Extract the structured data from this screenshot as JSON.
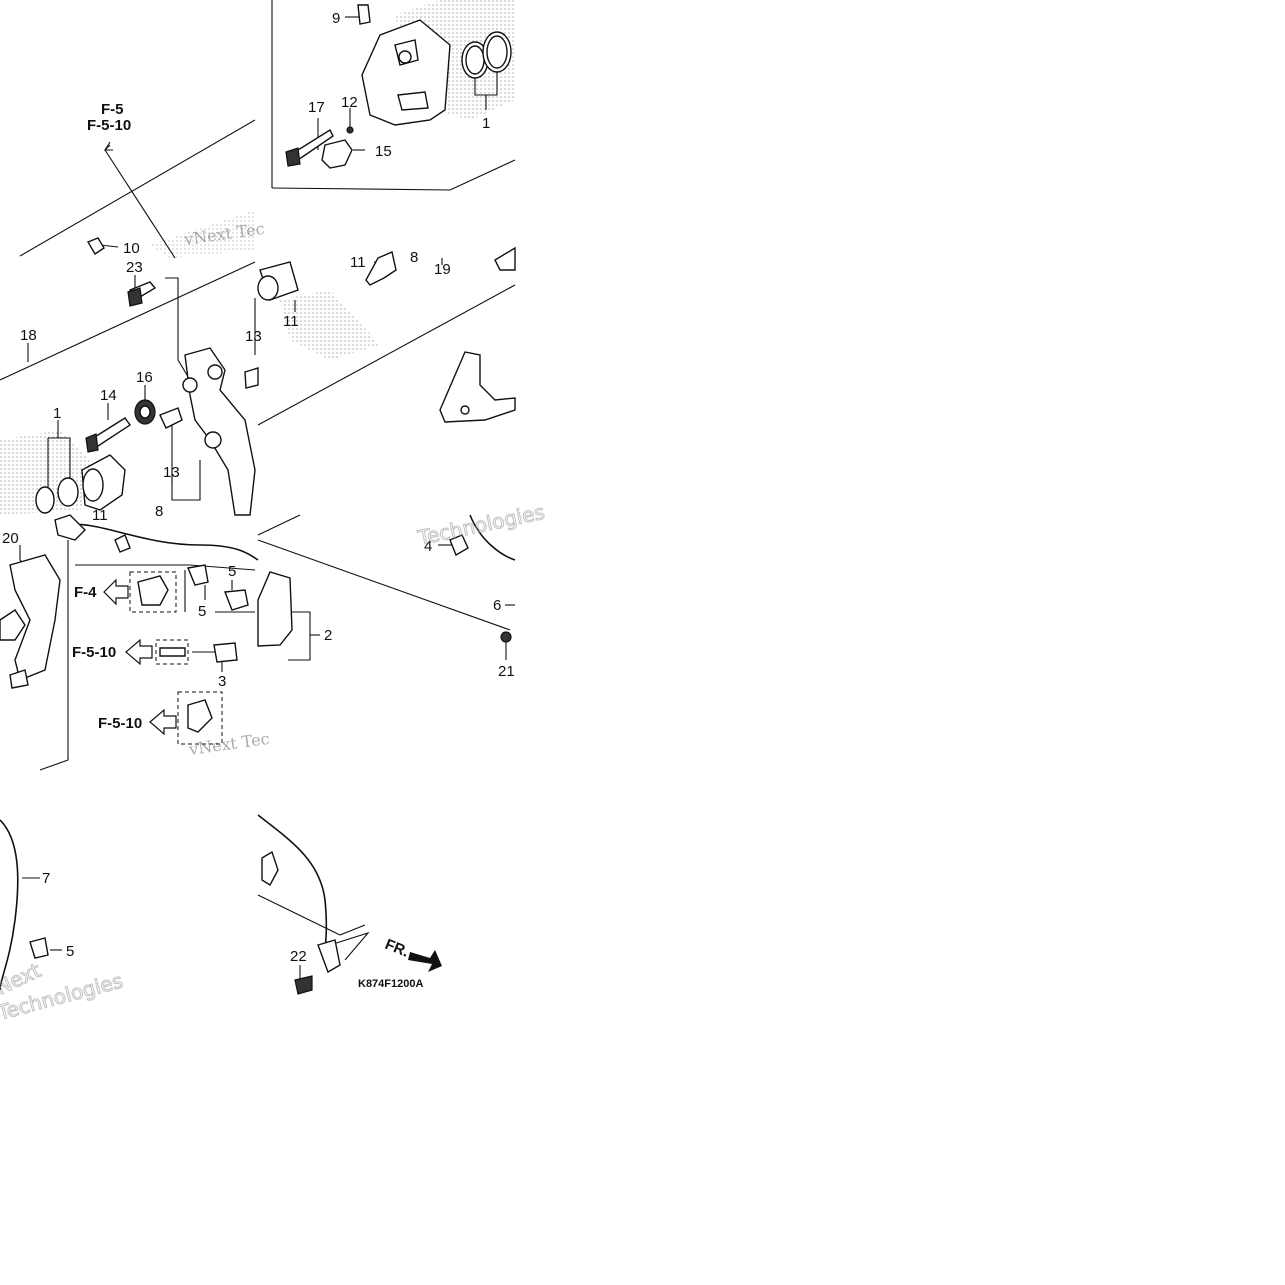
{
  "callouts": {
    "c1a": "1",
    "c1b": "1",
    "c2": "2",
    "c3": "3",
    "c4": "4",
    "c5a": "5",
    "c5b": "5",
    "c5c": "5",
    "c6": "6",
    "c7": "7",
    "c8a": "8",
    "c8b": "8",
    "c9": "9",
    "c10": "10",
    "c11a": "11",
    "c11b": "11",
    "c11c": "11",
    "c12": "12",
    "c13a": "13",
    "c13b": "13",
    "c14": "14",
    "c15": "15",
    "c16": "16",
    "c17": "17",
    "c18": "18",
    "c19": "19",
    "c20": "20",
    "c21": "21",
    "c22": "22",
    "c23": "23"
  },
  "references": {
    "f5": "F-5",
    "f510_top": "F-5-10",
    "f4": "F-4",
    "f510_mid": "F-5-10",
    "f510_low": "F-5-10"
  },
  "direction_label": "FR.",
  "diagram_code": "K874F1200A",
  "watermarks": {
    "vnext": "vNext Tec",
    "technologies": "Technologies",
    "next": "Next"
  }
}
